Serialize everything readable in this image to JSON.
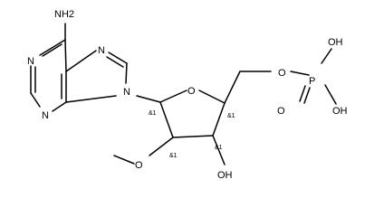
{
  "molecule": {
    "atoms": {
      "amino": "NH2",
      "n_pyr_left": "N",
      "n_pyr_bottom": "N",
      "n_imid_top": "N",
      "n_imid_glyco": "N",
      "o_ring": "O",
      "o_methoxy": "O",
      "oh_ring": "OH",
      "o_ester": "O",
      "p_atom": "P",
      "oh_p_top": "OH",
      "oh_p_right": "OH",
      "o_p_double": "O"
    },
    "stereo_labels": {
      "c1": "&1",
      "c2": "&1",
      "c3": "&1",
      "c4": "&1"
    }
  }
}
